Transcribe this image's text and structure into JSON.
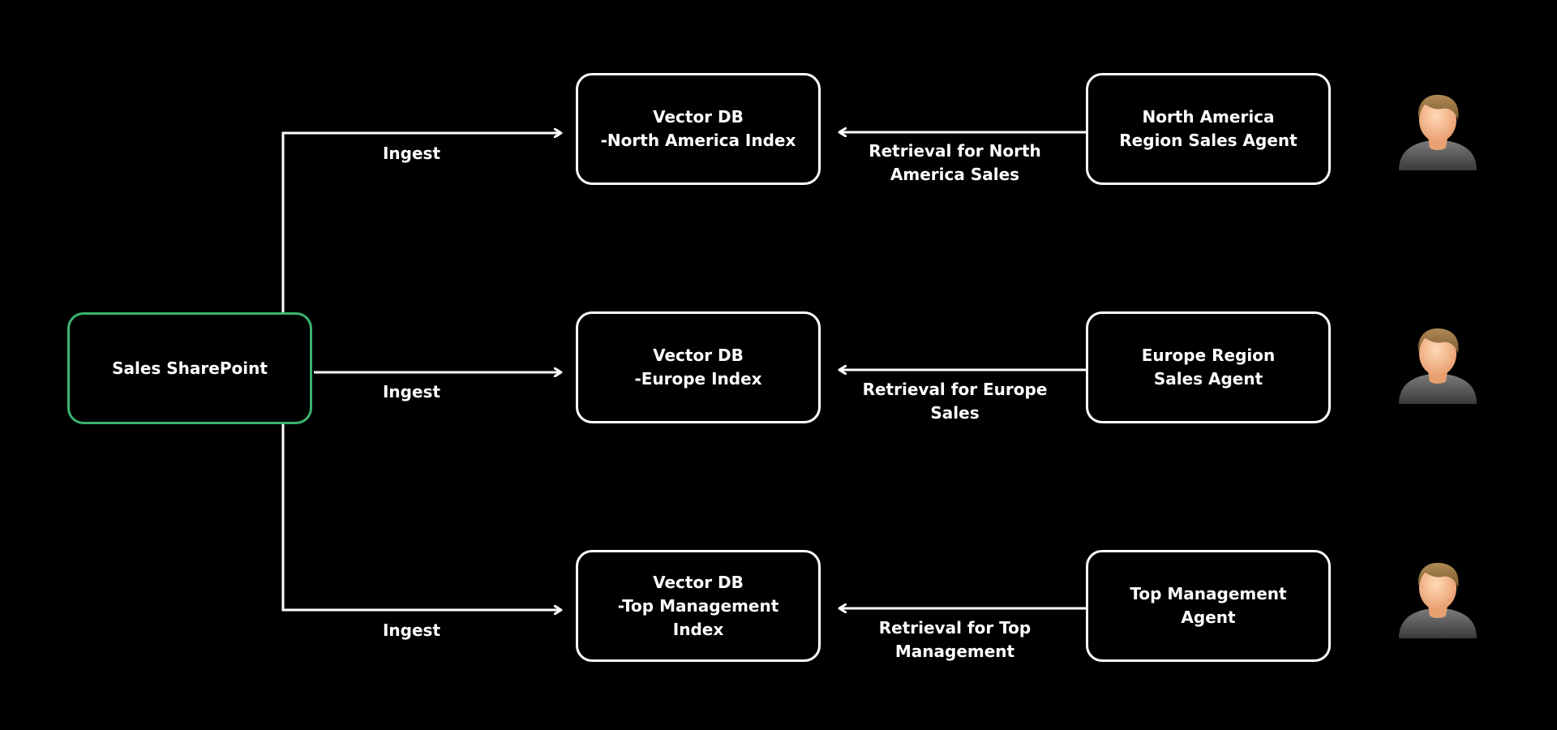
{
  "colors": {
    "background": "#000000",
    "stroke": "#ffffff",
    "source_border": "#3cb371"
  },
  "source": {
    "label": "Sales SharePoint"
  },
  "ingest_labels": [
    "Ingest",
    "Ingest",
    "Ingest"
  ],
  "indexes": [
    {
      "label": "Vector DB\n-North America Index"
    },
    {
      "label": "Vector DB\n-Europe Index"
    },
    {
      "label": "Vector DB\n-Top Management\nIndex"
    }
  ],
  "retrieval_labels": [
    "Retrieval for North\nAmerica Sales",
    "Retrieval for Europe\nSales",
    "Retrieval for Top\nManagement"
  ],
  "agents": [
    {
      "label": "North America\nRegion Sales Agent",
      "icon": "user-avatar-icon"
    },
    {
      "label": "Europe Region\nSales Agent",
      "icon": "user-avatar-icon"
    },
    {
      "label": "Top Management\nAgent",
      "icon": "user-avatar-icon"
    }
  ]
}
